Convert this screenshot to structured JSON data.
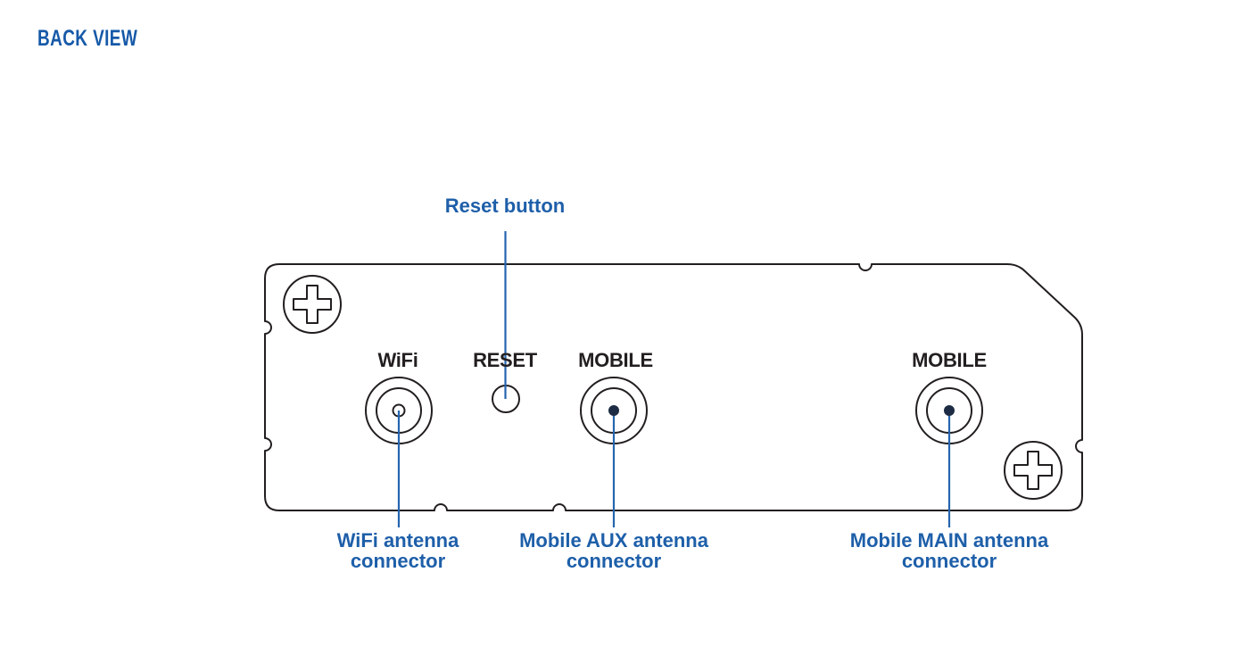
{
  "page": {
    "title": "BACK VIEW"
  },
  "panel_labels": {
    "wifi": "WiFi",
    "reset": "RESET",
    "mobile_aux": "MOBILE",
    "mobile_main": "MOBILE"
  },
  "callouts": {
    "reset": "Reset button",
    "wifi": "WiFi antenna connector",
    "mobile_aux": "Mobile AUX antenna connector",
    "mobile_main": "Mobile MAIN antenna connector"
  },
  "icons": {
    "screw": "phillips-screw-cross",
    "wifi_connector": "concentric-circles-with-center-ring",
    "mobile_connector": "concentric-circles-with-center-dot",
    "reset_button": "small-circle-hole"
  },
  "colors": {
    "title_blue": "#1659a8",
    "accent_blue": "#1e5fa9",
    "callout_line_blue": "#2565af",
    "outline_dark": "#231f20",
    "connector_dot": "#1d2c44",
    "background": "#ffffff"
  }
}
